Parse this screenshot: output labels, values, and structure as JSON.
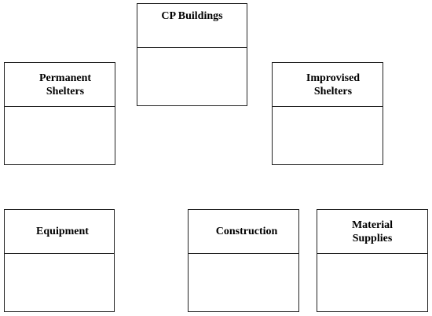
{
  "boxes": {
    "cp_buildings": {
      "title": "CP Buildings"
    },
    "permanent_shelters": {
      "line1": "Permanent",
      "line2": "Shelters"
    },
    "improvised_shelters": {
      "line1": "Improvised",
      "line2": "Shelters"
    },
    "equipment": {
      "title": "Equipment"
    },
    "construction": {
      "title": "Construction"
    },
    "material_supplies": {
      "line1": "Material",
      "line2": "Supplies"
    }
  }
}
